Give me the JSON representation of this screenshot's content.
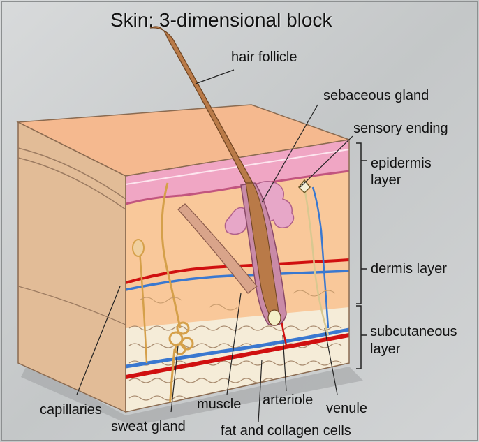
{
  "title": "Skin: 3-dimensional block",
  "colors": {
    "epidermis": "#f0a6c4",
    "dermis": "#f9c89a",
    "subcutaneous": "#f5ecd8",
    "top_surface": "#f5b98f",
    "side_face": "#e2bc97",
    "arteriole": "#d01010",
    "venule": "#3a78d0",
    "hair": "#b97a48",
    "gland": "#d5a04a",
    "background": "#c9cccd"
  },
  "labels": {
    "hair_follicle": "hair follicle",
    "sebaceous_gland": "sebaceous gland",
    "sensory_ending": "sensory ending",
    "epidermis_line1": "epidermis",
    "epidermis_line2": "layer",
    "dermis_layer": "dermis layer",
    "subcutaneous_line1": "subcutaneous",
    "subcutaneous_line2": "layer",
    "capillaries": "capillaries",
    "sweat_gland": "sweat gland",
    "muscle": "muscle",
    "arteriole": "arteriole",
    "venule": "venule",
    "fat_and_collagen_cells": "fat and collagen cells"
  }
}
